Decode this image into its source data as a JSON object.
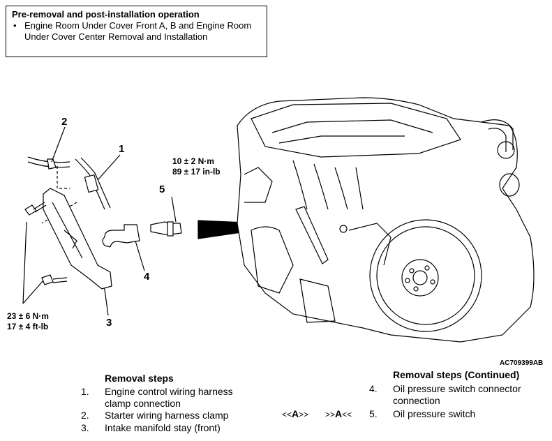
{
  "note_box": {
    "title": "Pre-removal and post-installation operation",
    "bullet": "•",
    "item_line1": "Engine Room Under Cover Front A, B and Engine Room",
    "item_line2": "Under Cover Center Removal and Installation"
  },
  "callouts": {
    "c1": "1",
    "c2": "2",
    "c3": "3",
    "c4": "4",
    "c5": "5"
  },
  "torque": {
    "t5_line1": "10 ± 2 N·m",
    "t5_line2": "89 ± 17 in-lb",
    "t3_line1": "23 ± 6 N·m",
    "t3_line2": "17 ± 4 ft-lb"
  },
  "figure_code": "AC709399AB",
  "removal_left": {
    "heading": "Removal steps",
    "steps": [
      {
        "num": "1.",
        "line1": "Engine control wiring harness",
        "line2": "clamp connection"
      },
      {
        "num": "2.",
        "line1": "Starter wiring harness clamp"
      },
      {
        "num": "3.",
        "line1": "Intake manifold stay (front)"
      }
    ]
  },
  "removal_right": {
    "heading": "Removal steps (Continued)",
    "steps": [
      {
        "num": "4.",
        "line1": "Oil pressure switch connector",
        "line2": "connection"
      },
      {
        "num": "5.",
        "line1": "Oil pressure switch"
      }
    ],
    "ref_pre": "<<",
    "ref_a1": "A",
    "ref_post": ">>",
    "ref2_pre": ">>",
    "ref_a2": "A",
    "ref2_post": "<<"
  }
}
